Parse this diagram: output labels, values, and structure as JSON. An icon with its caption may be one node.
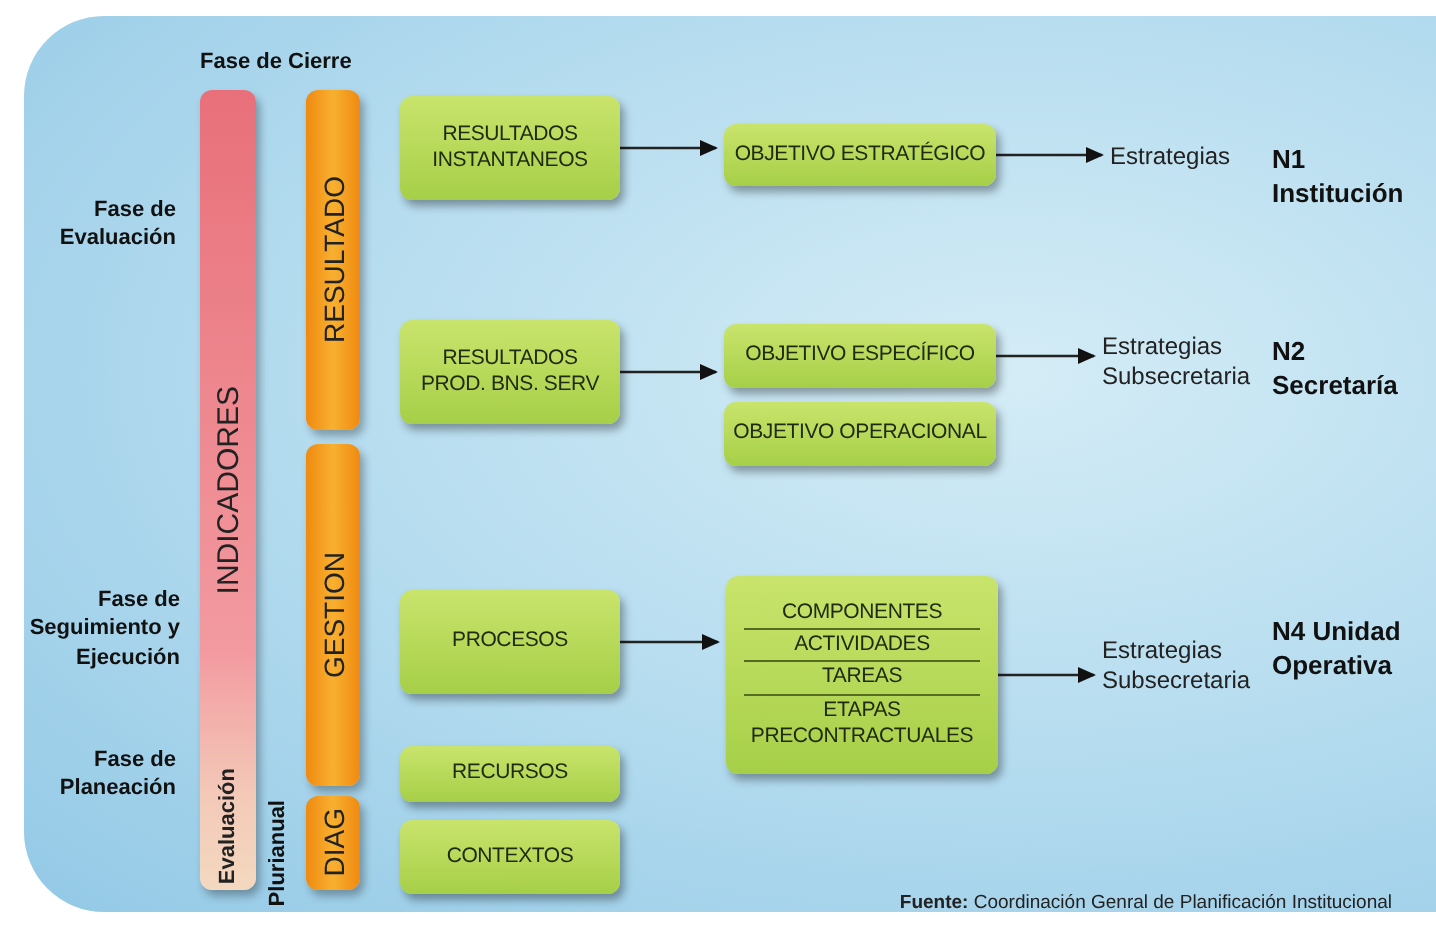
{
  "diagram": {
    "caption": "**Fuente:** Coordinación Genral de Planificación Institucional",
    "nodes": [
      {
        "text": [
          "INDICADORES",
          "Evaluación"
        ]
      },
      {
        "text": [
          "RESULTADO"
        ]
      },
      {
        "text": [
          "GESTION"
        ]
      },
      {
        "text": [
          "DIAG"
        ]
      },
      {
        "text": [
          "RESULTADOS INSTANTANEOS"
        ]
      },
      {
        "text": [
          "RESULTADOS PROD. BNS. SERV"
        ]
      },
      {
        "text": [
          "PROCESOS"
        ]
      },
      {
        "text": [
          "RECURSOS"
        ]
      },
      {
        "text": [
          "CONTEXTOS"
        ]
      },
      {
        "text": [
          "OBJETIVO ESTRATÉGICO"
        ]
      },
      {
        "text": [
          "OBJETIVO ESPECÍFICO"
        ]
      },
      {
        "text": [
          "OBJETIVO OPERACIONAL"
        ]
      },
      {
        "text": [
          "COMPONENTES",
          "ACTIVIDADES",
          "TAREAS",
          "ETAPAS PRECONTRACTUALES"
        ]
      },
      {
        "text": [
          "Estrategias"
        ]
      },
      {
        "text": [
          "Estrategias Subsecretaria"
        ]
      },
      {
        "text": [
          "Estrategias Subsecretaria"
        ]
      }
    ],
    "edges": [
      {
        "from": 4,
        "to": 9,
        "arrow": "to"
      },
      {
        "from": 9,
        "to": 13,
        "arrow": "to"
      },
      {
        "from": 5,
        "to": 10,
        "arrow": "to"
      },
      {
        "from": 10,
        "to": 14,
        "arrow": "to"
      },
      {
        "from": 6,
        "to": 12,
        "arrow": "to"
      },
      {
        "from": 12,
        "to": 15,
        "arrow": "to"
      }
    ],
    "labels": [
      "Fase de Cierre",
      "Fase de Evaluación",
      "N1 Institución",
      "N2 Secretaría",
      "Fase de Seguimiento y Ejecución",
      "N4 Unidad Operativa",
      "Fase de Planeación",
      "Plurianual"
    ]
  }
}
